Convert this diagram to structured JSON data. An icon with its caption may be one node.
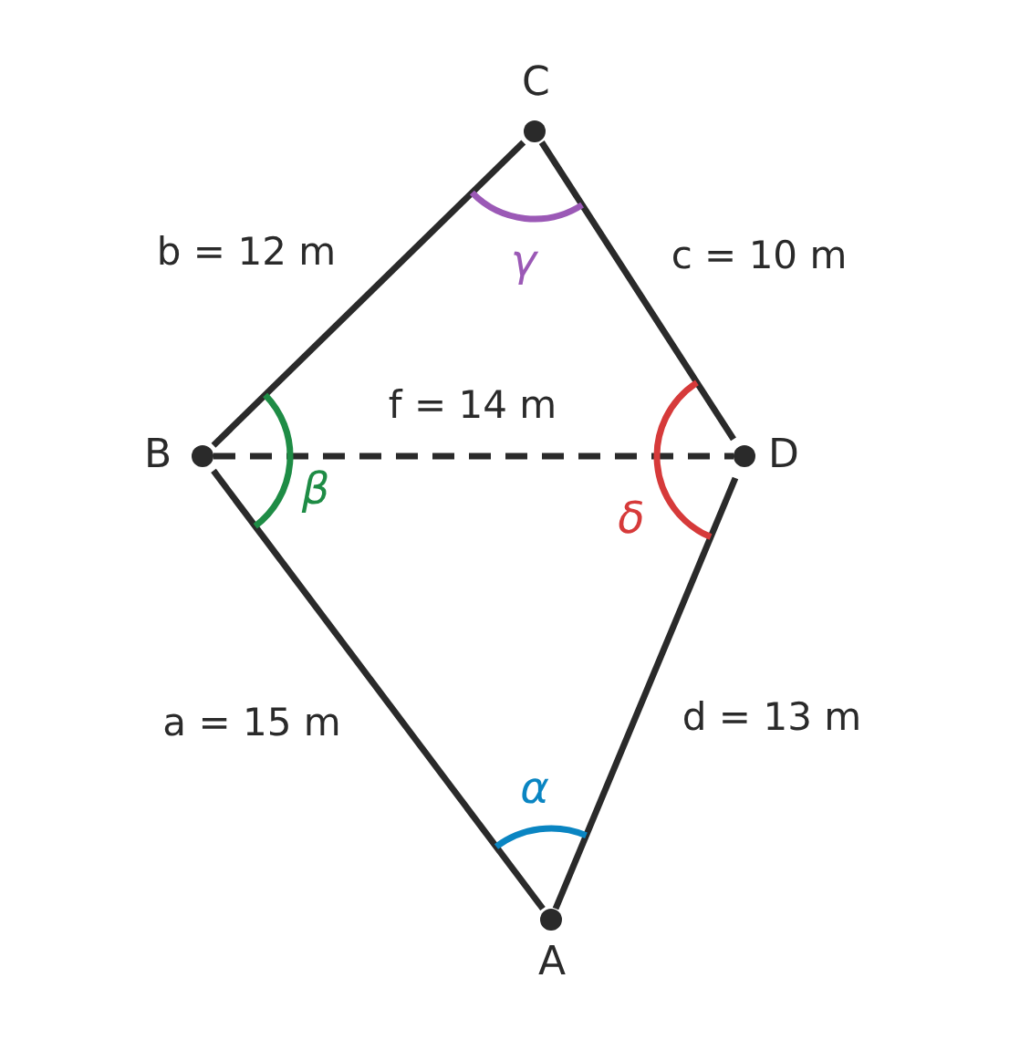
{
  "diagram": {
    "nodes": [
      {
        "text": [
          "C"
        ]
      },
      {
        "text": [
          "B"
        ]
      },
      {
        "text": [
          "D"
        ]
      },
      {
        "text": [
          "A"
        ]
      }
    ],
    "edges": [
      {
        "from": 1,
        "to": 0,
        "arrow": "none",
        "label": "b = 12 m"
      },
      {
        "from": 0,
        "to": 2,
        "arrow": "none",
        "label": "c = 10 m"
      },
      {
        "from": 1,
        "to": 2,
        "arrow": "none",
        "label": "f = 14 m",
        "style": "dashed"
      },
      {
        "from": 1,
        "to": 3,
        "arrow": "none",
        "label": "a = 15 m"
      },
      {
        "from": 2,
        "to": 3,
        "arrow": "none",
        "label": "d = 13 m"
      }
    ],
    "labels": [
      "γ",
      "β",
      "δ",
      "α"
    ]
  }
}
